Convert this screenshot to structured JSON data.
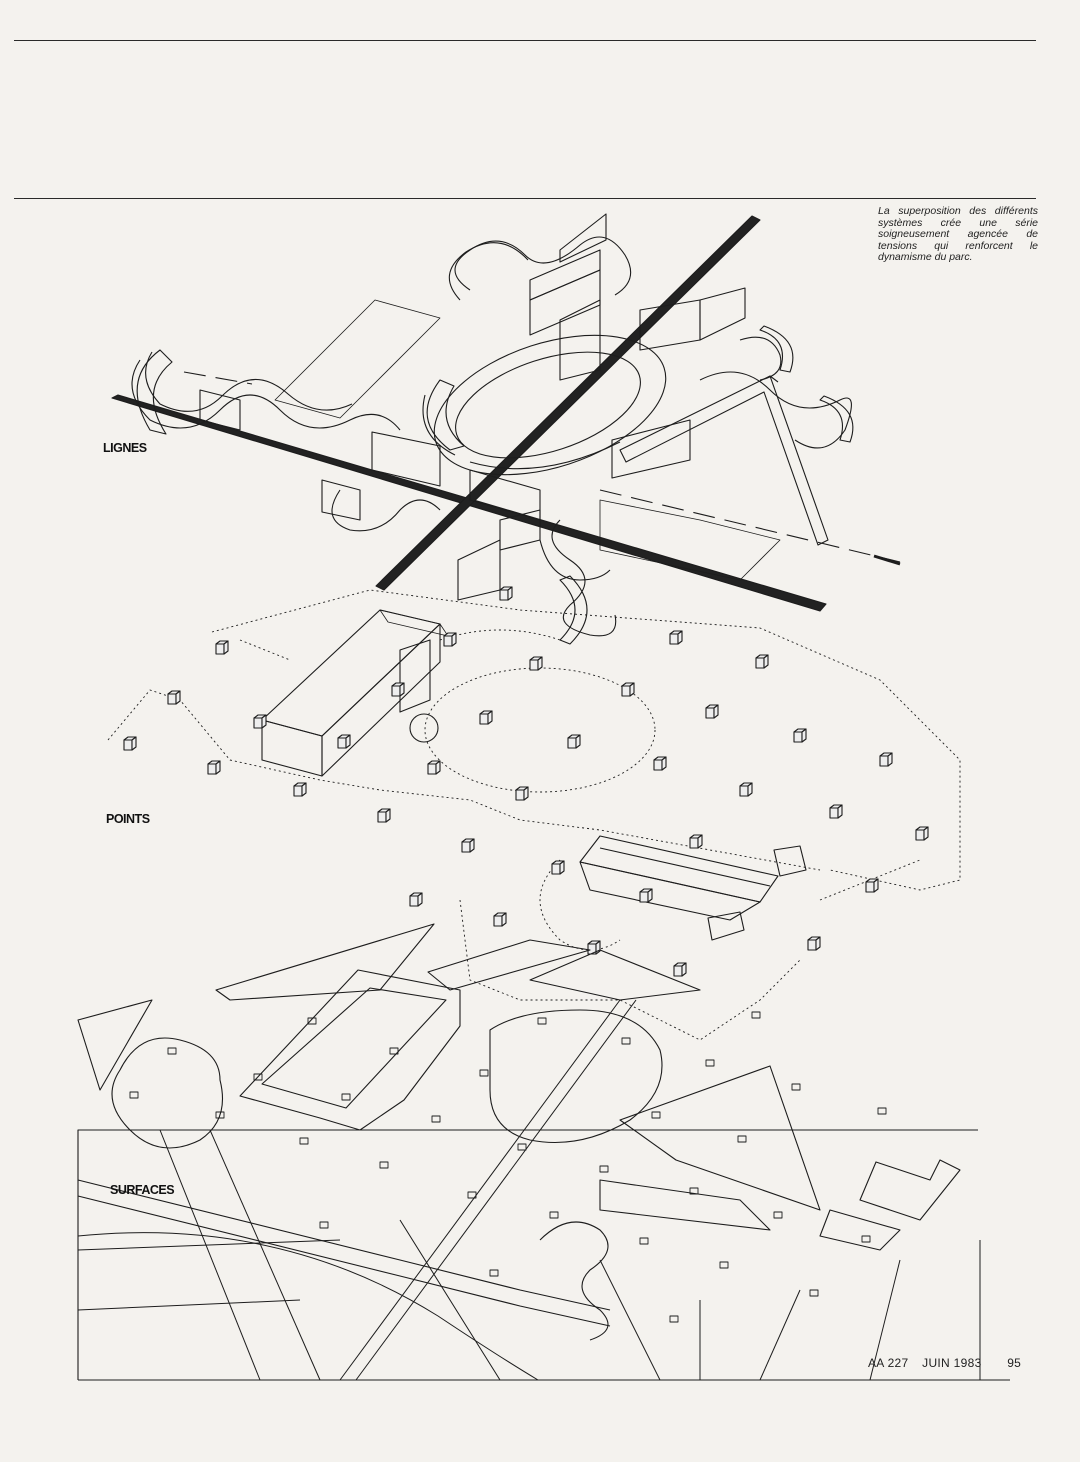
{
  "caption": "La superposition des différents systèmes crée une série soigneusement agencée de tensions qui renforcent le dynamisme du parc.",
  "labels": {
    "lignes": "LIGNES",
    "points": "POINTS",
    "surfaces": "SURFACES"
  },
  "footer": {
    "journal": "AA 227",
    "date": "JUIN 1983",
    "page": "95"
  },
  "colors": {
    "ink": "#1d1d1d",
    "paper": "#f4f2ee"
  }
}
